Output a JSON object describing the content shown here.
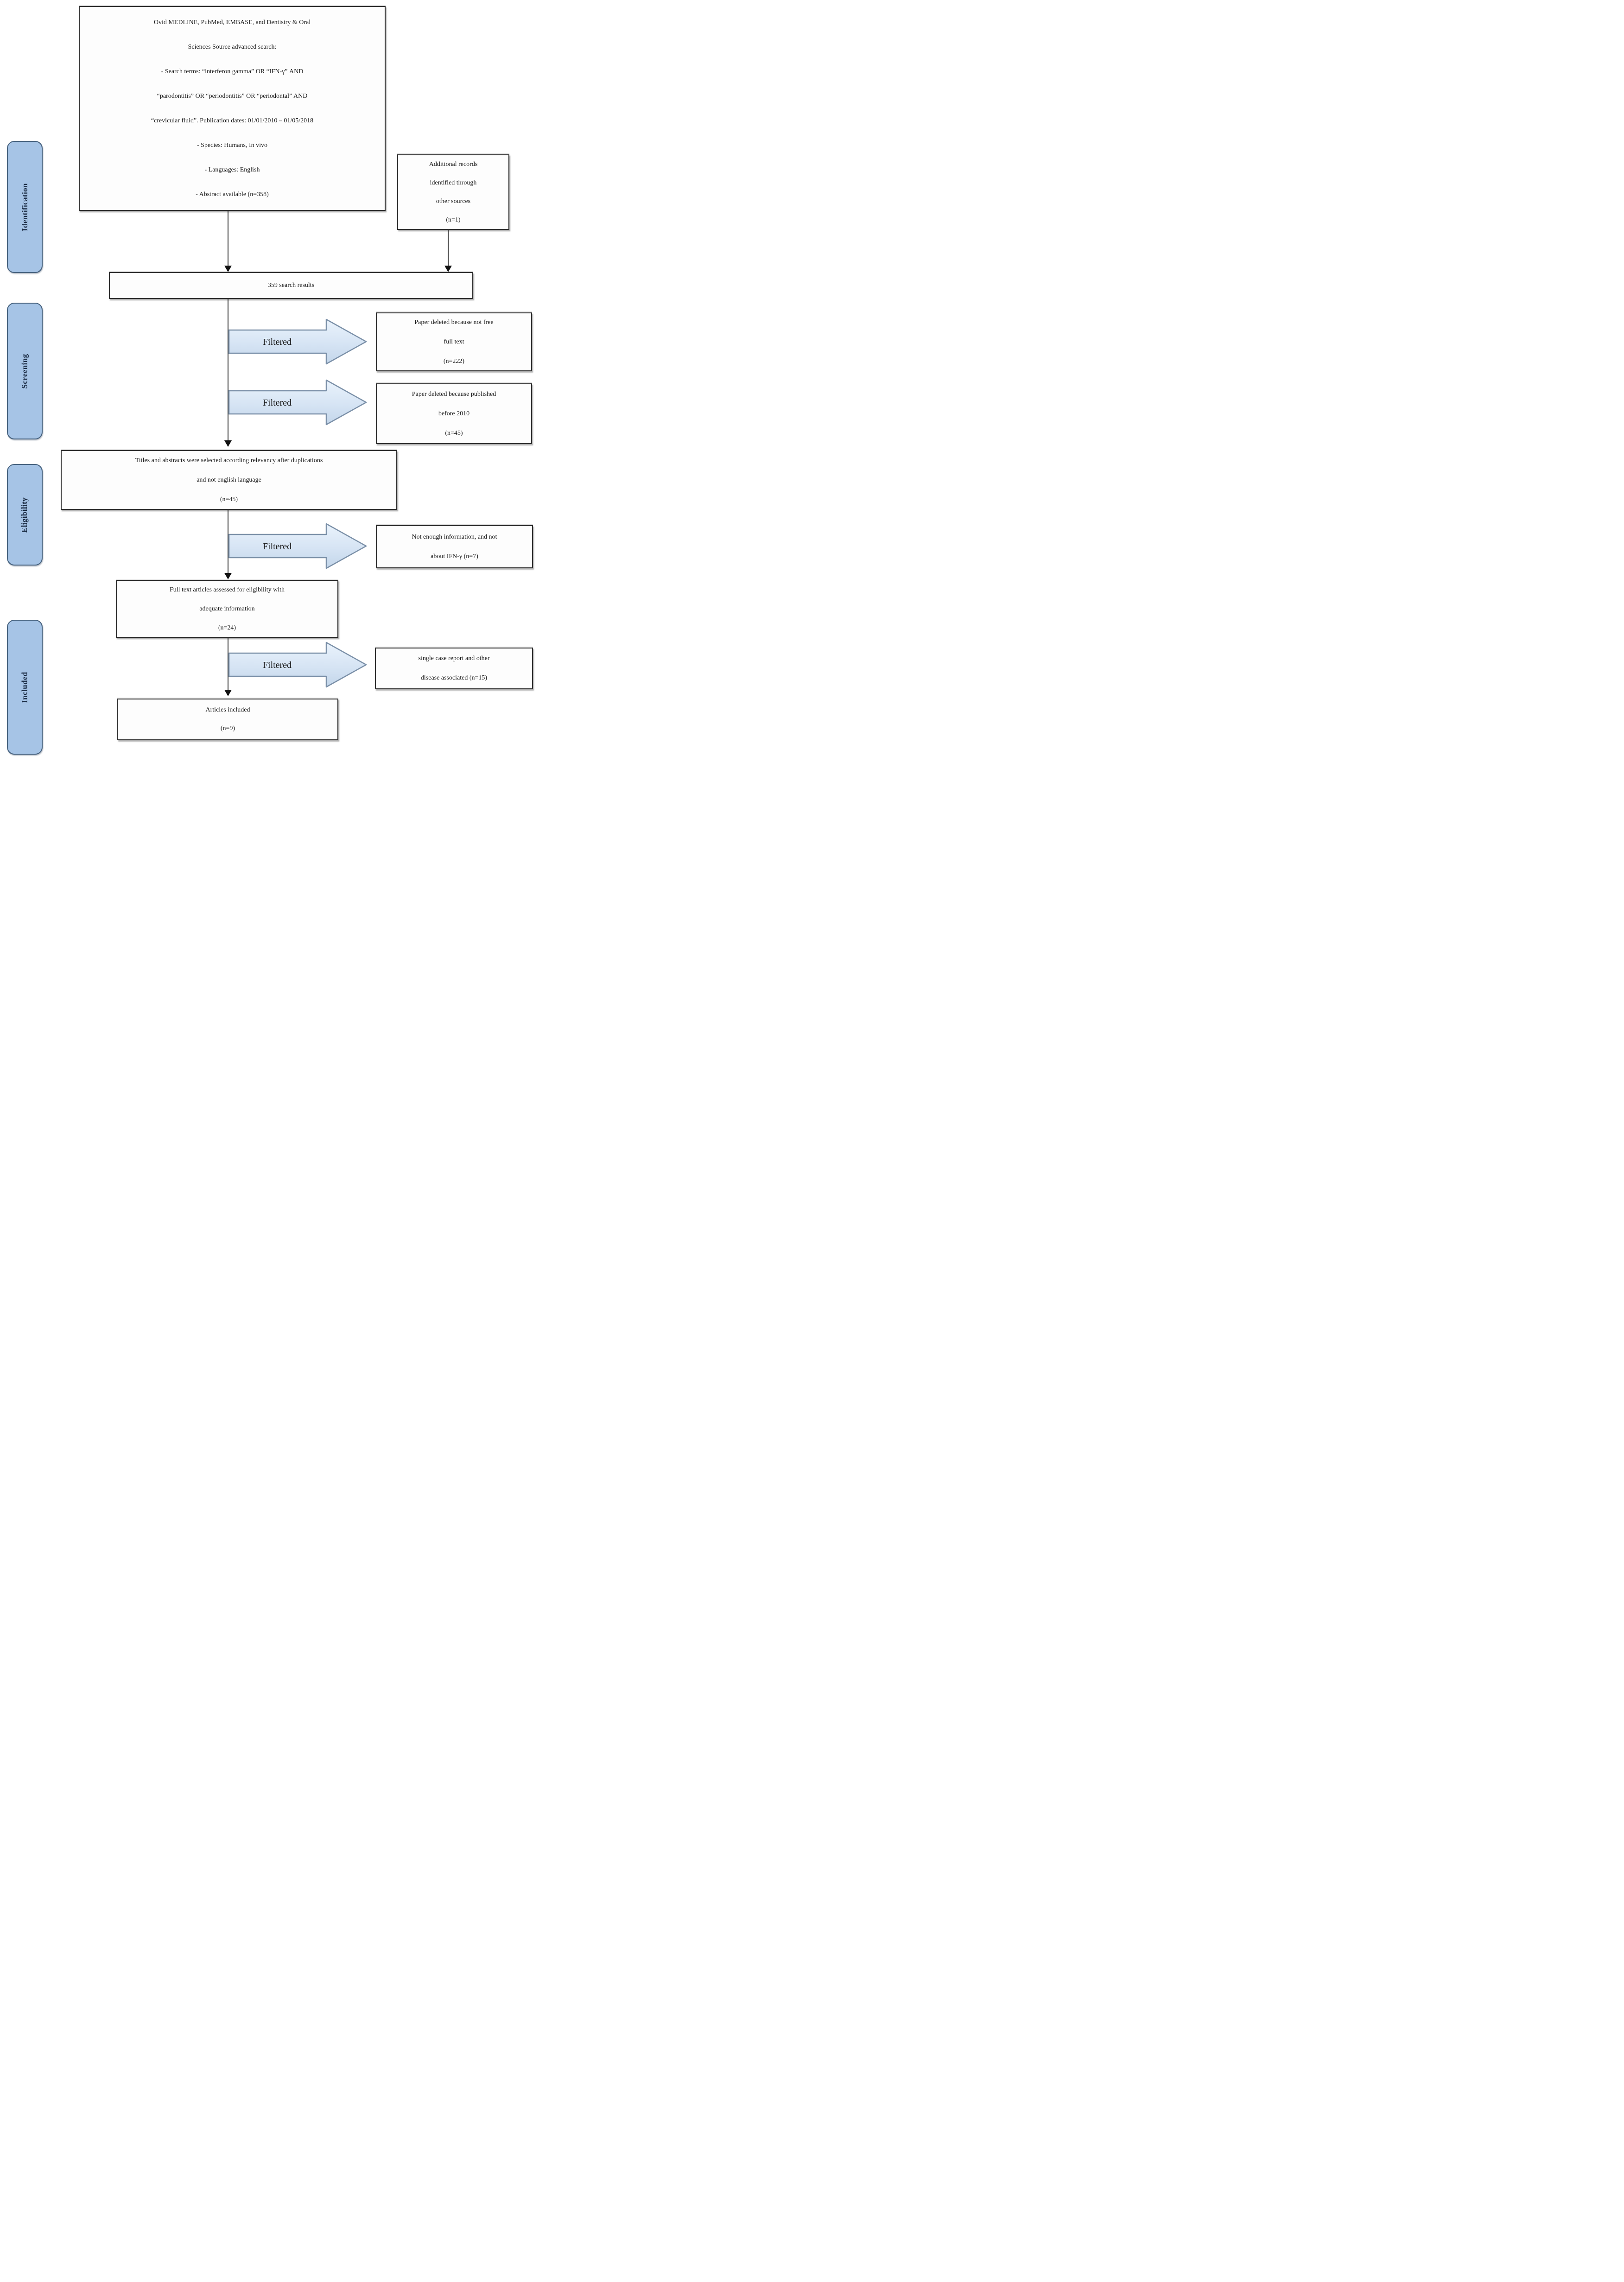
{
  "diagram_type": "PRISMA-style literature search flowchart",
  "filter_label": "Filtered",
  "stages": [
    {
      "label": "Identification"
    },
    {
      "label": "Screening"
    },
    {
      "label": "Eligibility"
    },
    {
      "label": "Included"
    }
  ],
  "colors": {
    "stage_fill": "#a6c4e6",
    "stage_border": "#46627f",
    "stage_text": "#1b2c44",
    "box_border": "#2f2f2f",
    "box_shadow_gray": "#7d7d7d",
    "filter_arrow_fill_top": "#eaf3fc",
    "filter_arrow_fill_bottom": "#c3d6ea",
    "filter_arrow_border": "#7b90a8",
    "connector_color": "#333333",
    "text_color": "#1a1a1a"
  },
  "boxes": {
    "search_strategy": {
      "lines": [
        "Ovid MEDLINE, PubMed, EMBASE, and Dentistry & Oral",
        "Sciences Source advanced search:",
        "- Search terms: “interferon gamma” OR “IFN-γ” AND",
        "“parodontitis” OR “periodontitis” OR “periodontal” AND",
        "“crevicular fluid”. Publication dates: 01/01/2010 – 01/05/2018",
        "- Species: Humans, In vivo",
        "- Languages: English",
        "- Abstract available (n=358)"
      ]
    },
    "additional_records": {
      "lines": [
        "Additional records",
        "identified through",
        "other sources",
        "(n=1)"
      ]
    },
    "search_results": {
      "text": "359 search results"
    },
    "not_free_full_text": {
      "lines": [
        "Paper deleted because not free",
        "full text",
        "(n=222)"
      ]
    },
    "published_before_2010": {
      "lines": [
        "Paper deleted because published",
        "before 2010",
        "(n=45)"
      ]
    },
    "titles_abstracts": {
      "lines": [
        "Titles and abstracts were selected according relevancy after duplications",
        "and not english language",
        "(n=45)"
      ]
    },
    "not_enough_information": {
      "lines": [
        "Not enough information, and not",
        "about IFN-γ (n=7)"
      ]
    },
    "full_text_assessed": {
      "lines": [
        "Full text articles assessed for eligibility with",
        "adequate information",
        "(n=24)"
      ]
    },
    "single_case_report": {
      "lines": [
        "single case report and other",
        "disease associated (n=15)"
      ]
    },
    "articles_included": {
      "lines": [
        "Articles included",
        "(n=9)"
      ]
    }
  }
}
